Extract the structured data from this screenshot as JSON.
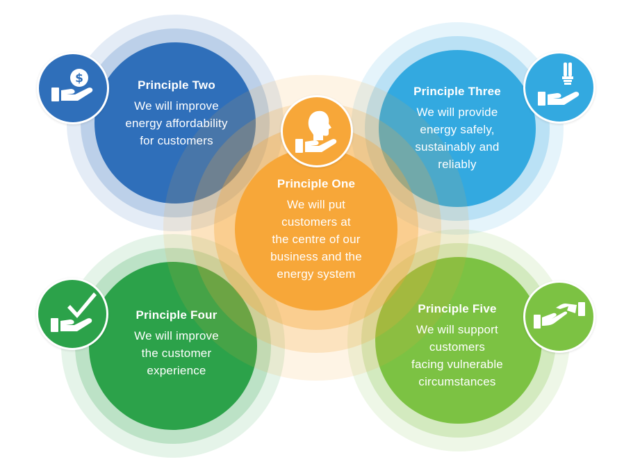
{
  "colors": {
    "principle_one": "#f7a739",
    "principle_two": "#2f6fba",
    "principle_three": "#33a9e0",
    "principle_four": "#2ca24a",
    "principle_five": "#7cc243"
  },
  "principles": {
    "one": {
      "title": "Principle One",
      "lines": [
        "We will put",
        "customers at",
        "the centre of our",
        "business and the",
        "energy system"
      ],
      "icon": "person-head-on-hand-icon"
    },
    "two": {
      "title": "Principle Two",
      "lines": [
        "We will improve",
        "energy affordability",
        "for customers"
      ],
      "icon": "dollar-coin-on-hand-icon"
    },
    "three": {
      "title": "Principle Three",
      "lines": [
        "We will provide",
        "energy safely,",
        "sustainably and",
        "reliably"
      ],
      "icon": "lightbulb-on-hand-icon"
    },
    "four": {
      "title": "Principle Four",
      "lines": [
        "We will improve",
        "the customer",
        "experience"
      ],
      "icon": "checkmark-on-hand-icon"
    },
    "five": {
      "title": "Principle Five",
      "lines": [
        "We will support",
        "customers",
        "facing vulnerable",
        "circumstances"
      ],
      "icon": "handshake-icon"
    }
  }
}
